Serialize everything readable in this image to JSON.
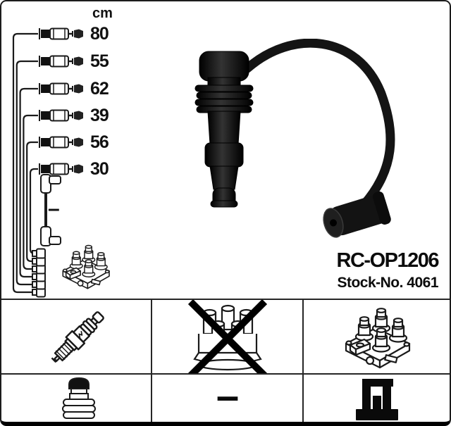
{
  "product": {
    "code": "RC-OP1206",
    "stock_no_label": "Stock-No. 4061"
  },
  "cable_table": {
    "unit_header": "cm",
    "lengths": [
      "80",
      "55",
      "62",
      "39",
      "56",
      "30"
    ],
    "no_length_symbol": "–"
  },
  "diagram": {
    "colors": {
      "line": "#1a1a1a",
      "photo_black": "#121212",
      "grid_line": "#262626"
    },
    "icons": [
      "cable-connector-icon",
      "terminal-connector-icon",
      "elbow-cable-icon",
      "ignition-coil-pack-icon",
      "ignition-cable-photo"
    ]
  },
  "grid": {
    "dash_symbol": "–",
    "cells": [
      {
        "icon": "spark-plug-icon",
        "crossed_out": false
      },
      {
        "icon": "distributor-cap-icon",
        "crossed_out": true
      },
      {
        "icon": "ignition-coil-pack-icon",
        "crossed_out": false
      },
      {
        "icon": "terminal-nut-icon",
        "crossed_out": false
      },
      {
        "icon": "dash-symbol",
        "crossed_out": false
      },
      {
        "icon": "coil-connector-icon",
        "crossed_out": false
      }
    ]
  }
}
